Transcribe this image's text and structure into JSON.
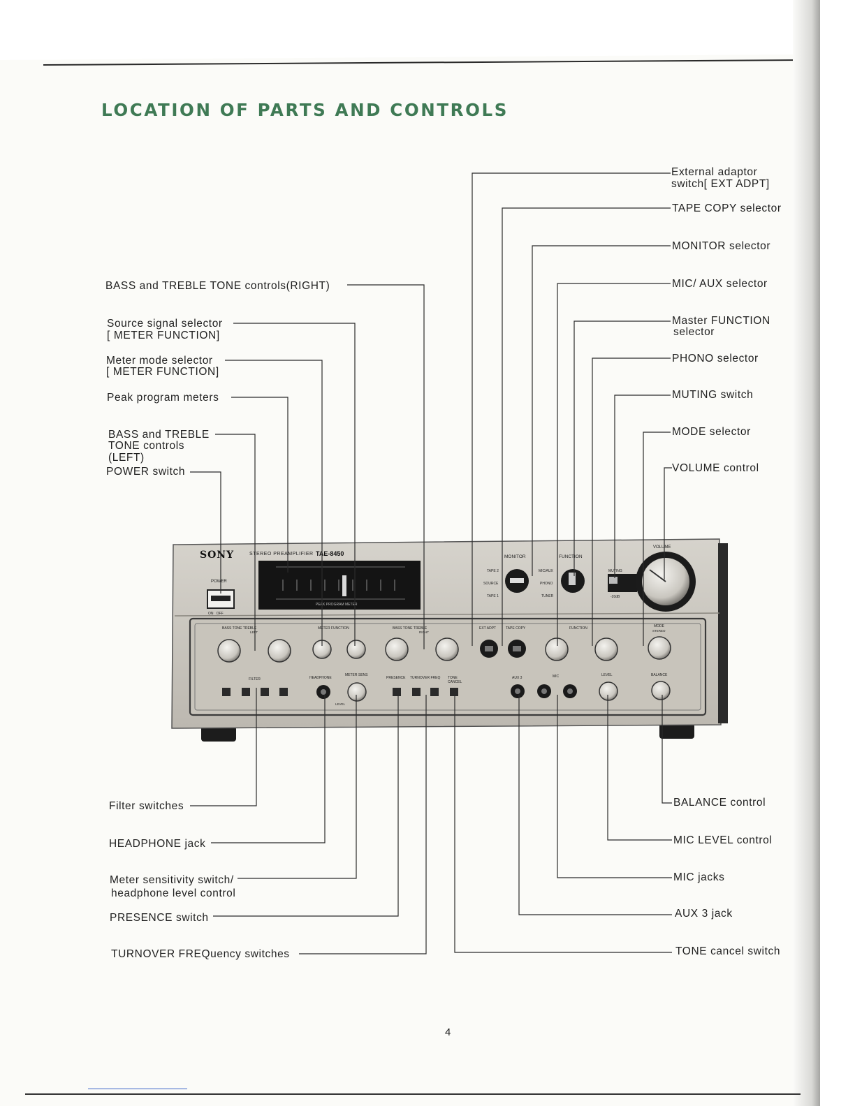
{
  "title": "LOCATION OF PARTS AND CONTROLS",
  "left_labels": {
    "bass_treble_right": "BASS and TREBLE TONE controls(RIGHT)",
    "source_selector_1": "Source signal selector",
    "source_selector_2": "[ METER FUNCTION]",
    "meter_mode_1": "Meter mode selector",
    "meter_mode_2": "[ METER FUNCTION]",
    "peak_meters": "Peak program meters",
    "bass_treble_left_1": "BASS and TREBLE",
    "bass_treble_left_2": "TONE controls",
    "bass_treble_left_3": "(LEFT)",
    "power_switch": "POWER switch",
    "filter_switches": "Filter switches",
    "headphone_jack": "HEADPHONE jack",
    "meter_sens_1": "Meter sensitivity switch/",
    "meter_sens_2": "headphone level control",
    "presence_switch": "PRESENCE switch",
    "turnover_switches": "TURNOVER FREQuency switches"
  },
  "right_labels": {
    "ext_adaptor_1": "External adaptor",
    "ext_adaptor_2": "switch[ EXT ADPT]",
    "tape_copy": "TAPE COPY selector",
    "monitor": "MONITOR selector",
    "mic_aux": "MIC/ AUX selector",
    "master_function_1": "Master FUNCTION",
    "master_function_2": "selector",
    "phono": "PHONO selector",
    "muting": "MUTING switch",
    "mode": "MODE selector",
    "volume": "VOLUME control",
    "balance": "BALANCE control",
    "mic_level": "MIC LEVEL control",
    "mic_jacks": "MIC jacks",
    "aux3": "AUX 3 jack",
    "tone_cancel": "TONE cancel switch"
  },
  "panel": {
    "brand": "SONY",
    "model_prefix": "STEREO PREAMPLIFIER",
    "model": "TAE-8450",
    "power": "POWER",
    "power_onoff": "ON   OFF",
    "meter_name": "PEAK PROGRAM METER",
    "monitor": "MONITOR",
    "tape2": "TAPE 2",
    "source": "SOURCE",
    "tape1": "TAPE 1",
    "function": "FUNCTION",
    "mic_aux": "MIC/AUX",
    "phono": "PHONO",
    "tuner": "TUNER",
    "muting": "MUTING",
    "muting_db": "-20dB",
    "volume": "VOLUME",
    "bass": "BASS",
    "tone": "TONE",
    "treble": "TREBLE",
    "left": "LEFT",
    "right": "RIGHT",
    "meter_function": "METER FUNCTION",
    "ext_adpt": "EXT ADPT",
    "tape_copy": "TAPE COPY",
    "mode": "MODE",
    "stereo": "STEREO",
    "filter": "FILTER",
    "headphone": "HEADPHONE",
    "meter_sens": "METER SENS",
    "presence": "PRESENCE",
    "turnover": "TURNOVER FREQ",
    "tone_cancel": "TONE CANCEL",
    "aux3": "AUX 3",
    "mic": "MIC",
    "level": "LEVEL",
    "balance": "BALANCE",
    "level_small": "LEVEL"
  },
  "page_number": "4"
}
